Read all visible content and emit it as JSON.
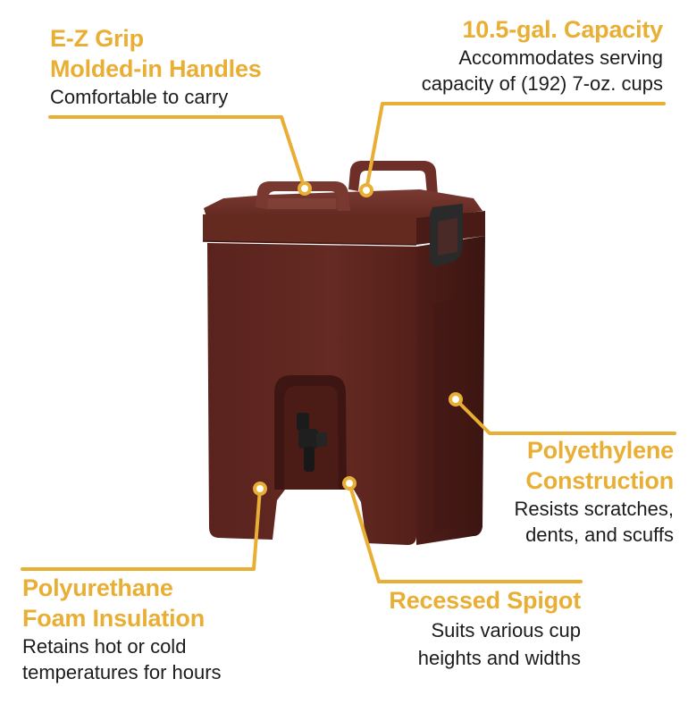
{
  "callouts": {
    "handles": {
      "title_line1": "E-Z Grip",
      "title_line2": "Molded-in Handles",
      "desc_line1": "Comfortable to carry"
    },
    "capacity": {
      "title_line1": "10.5-gal. Capacity",
      "desc_line1": "Accommodates serving",
      "desc_line2": "capacity of (192) 7-oz. cups"
    },
    "construction": {
      "title_line1": "Polyethylene",
      "title_line2": "Construction",
      "desc_line1": "Resists scratches,",
      "desc_line2": "dents, and scuffs"
    },
    "insulation": {
      "title_line1": "Polyurethane",
      "title_line2": "Foam Insulation",
      "desc_line1": "Retains hot or cold",
      "desc_line2": "temperatures for hours"
    },
    "spigot": {
      "title_line1": "Recessed Spigot",
      "desc_line1": "Suits various cup",
      "desc_line2": "heights and widths"
    }
  },
  "colors": {
    "accent": "#e9ae34",
    "text": "#1c1c1c",
    "product_body": "#5e2620",
    "product_shadow": "#3e1713",
    "latch": "#2a2a2a",
    "background": "#ffffff"
  },
  "product": {
    "name": "insulated beverage dispenser",
    "color_name": "dark brown"
  }
}
